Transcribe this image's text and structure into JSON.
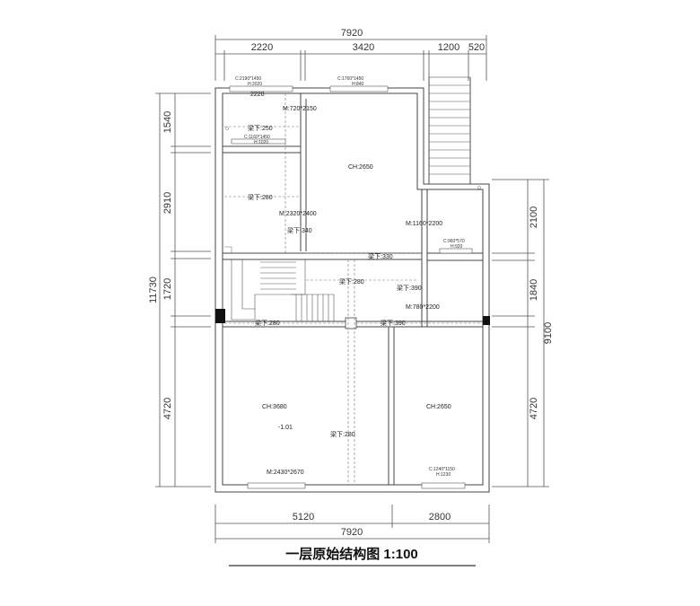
{
  "title": "一层原始结构图 1:100",
  "top_dims": {
    "total": "7920",
    "seg1": "2220",
    "seg2": "3420",
    "seg3": "1200",
    "seg4": "520"
  },
  "bottom_dims": {
    "seg1": "5120",
    "seg2": "2800",
    "total": "7920"
  },
  "left_dims": {
    "total": "11730",
    "seg1": "1540",
    "seg2": "2910",
    "seg3": "1720",
    "seg4": "4720"
  },
  "right_dims": {
    "total": "9100",
    "seg1": "2100",
    "seg2": "1840",
    "seg3": "4720"
  },
  "windows": {
    "w1_top": "C:2190*1450",
    "w1_bottom": "H:2020",
    "w2_top": "C:1760*1450",
    "w2_bottom": "H:840",
    "w3_top": "C:1160*1450",
    "w3_bottom": "H:1020",
    "w4_top": "C:960*570",
    "w4_bottom": "H:920",
    "w5_top": "C:1240*1150",
    "w5_bottom": "H:1230"
  },
  "labels": {
    "inner_2220": "2220",
    "door_720": "M:720*2150",
    "beam_250": "梁下:250",
    "ch_2650_a": "CH:2650",
    "beam_280_a": "梁下:280",
    "door_2320": "M:2320*2400",
    "beam_340": "梁下:340",
    "door_1160": "M:1160*2200",
    "beam_330": "梁下:330",
    "beam_280_b": "梁下:280",
    "beam_390_a": "梁下:390",
    "door_780": "M:780*2200",
    "beam_280_c": "梁下:280",
    "beam_390_b": "梁下:390",
    "ch_3680": "CH:3680",
    "level": "-1.01",
    "beam_280_d": "梁下:280",
    "ch_2650_b": "CH:2650",
    "door_2430": "M:2430*2670"
  }
}
